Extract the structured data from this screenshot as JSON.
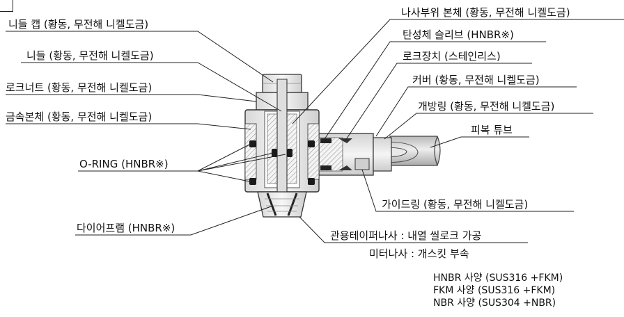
{
  "labels": {
    "needle_cap": "니들 캡 (황동, 무전해 니켈도금)",
    "needle": "니들 (황동, 무전해 니켈도금)",
    "lock_nut": "로크너트 (황동, 무전해 니켈도금)",
    "metal_body": "금속본체 (황동, 무전해 니켈도금)",
    "o_ring": "O-RING (HNBR※)",
    "diaphragm": "다이어프램 (HNBR※)",
    "screw_body": "나사부위 본체 (황동, 무전해 니켈도금)",
    "sleeve": "탄성체 슬리브 (HNBR※)",
    "lock_device": "로크장치 (스테인리스)",
    "cover": "커버 (황동, 무전해 니켈도금)",
    "release_ring": "개방링 (황동, 무전해 니켈도금)",
    "coated_tube": "피복 튜브",
    "guide_ring": "가이드링 (황동, 무전해 니켈도금)"
  },
  "thread_notes": {
    "taper": "관용테이퍼나사 : 내열 씰로크 가공",
    "metric": "미터나사 : 개스킷 부속"
  },
  "specs": [
    "HNBR 사양 (SUS316 +FKM)",
    "FKM 사양 (SUS316 +FKM)",
    "NBR 사양 (SUS304 +NBR)"
  ]
}
